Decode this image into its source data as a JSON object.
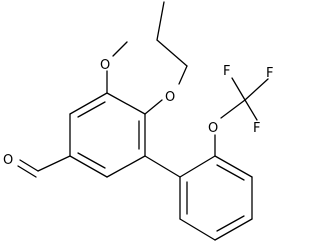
{
  "molecule": {
    "atom_labels": {
      "o_methoxy": "O",
      "o_propoxy": "O",
      "o_aldehyde": "O",
      "o_aryl_ether": "O",
      "f_left": "F",
      "f_right": "F",
      "f_bottom": "F"
    },
    "colors": {
      "ink": "#000000",
      "background": "#ffffff"
    }
  }
}
